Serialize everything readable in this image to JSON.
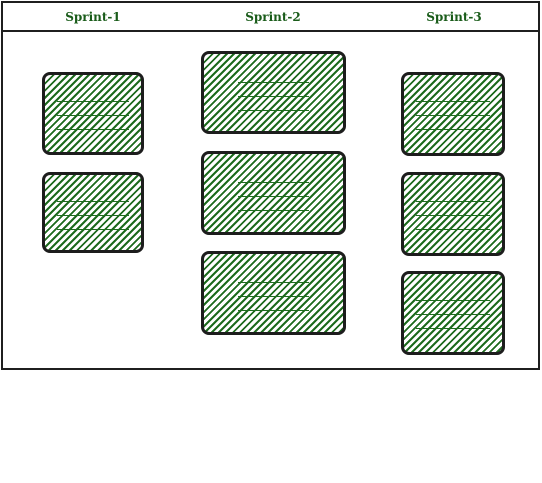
{
  "columns": [
    {
      "title": "Sprint-1",
      "cards": 2
    },
    {
      "title": "Sprint-2",
      "cards": 3
    },
    {
      "title": "Sprint-3",
      "cards": 3
    }
  ],
  "colors": {
    "hatch": "#1e6b1e",
    "title_text": "#1a5c1a",
    "border": "#1d1d1d"
  }
}
